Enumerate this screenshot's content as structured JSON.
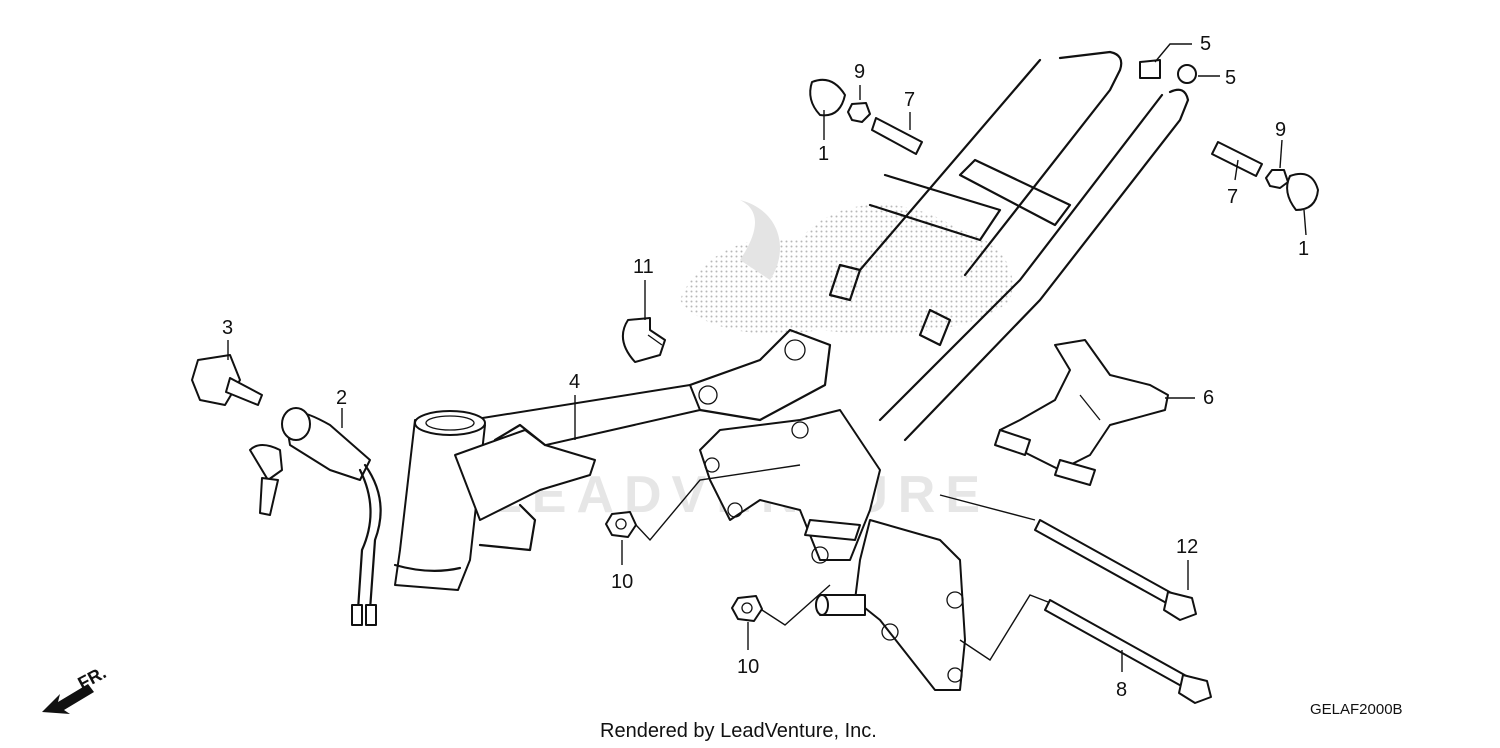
{
  "diagram": {
    "callouts": [
      {
        "id": "c1a",
        "label": "1"
      },
      {
        "id": "c1b",
        "label": "1"
      },
      {
        "id": "c2",
        "label": "2"
      },
      {
        "id": "c3",
        "label": "3"
      },
      {
        "id": "c4",
        "label": "4"
      },
      {
        "id": "c5a",
        "label": "5"
      },
      {
        "id": "c5b",
        "label": "5"
      },
      {
        "id": "c6",
        "label": "6"
      },
      {
        "id": "c7a",
        "label": "7"
      },
      {
        "id": "c7b",
        "label": "7"
      },
      {
        "id": "c8",
        "label": "8"
      },
      {
        "id": "c9a",
        "label": "9"
      },
      {
        "id": "c9b",
        "label": "9"
      },
      {
        "id": "c10a",
        "label": "10"
      },
      {
        "id": "c10b",
        "label": "10"
      },
      {
        "id": "c11",
        "label": "11"
      },
      {
        "id": "c12",
        "label": "12"
      }
    ],
    "direction_label": "FR.",
    "diagram_code": "GELAF2000B",
    "footer_credit": "Rendered by LeadVenture, Inc.",
    "watermark": "LEADVENTURE"
  }
}
